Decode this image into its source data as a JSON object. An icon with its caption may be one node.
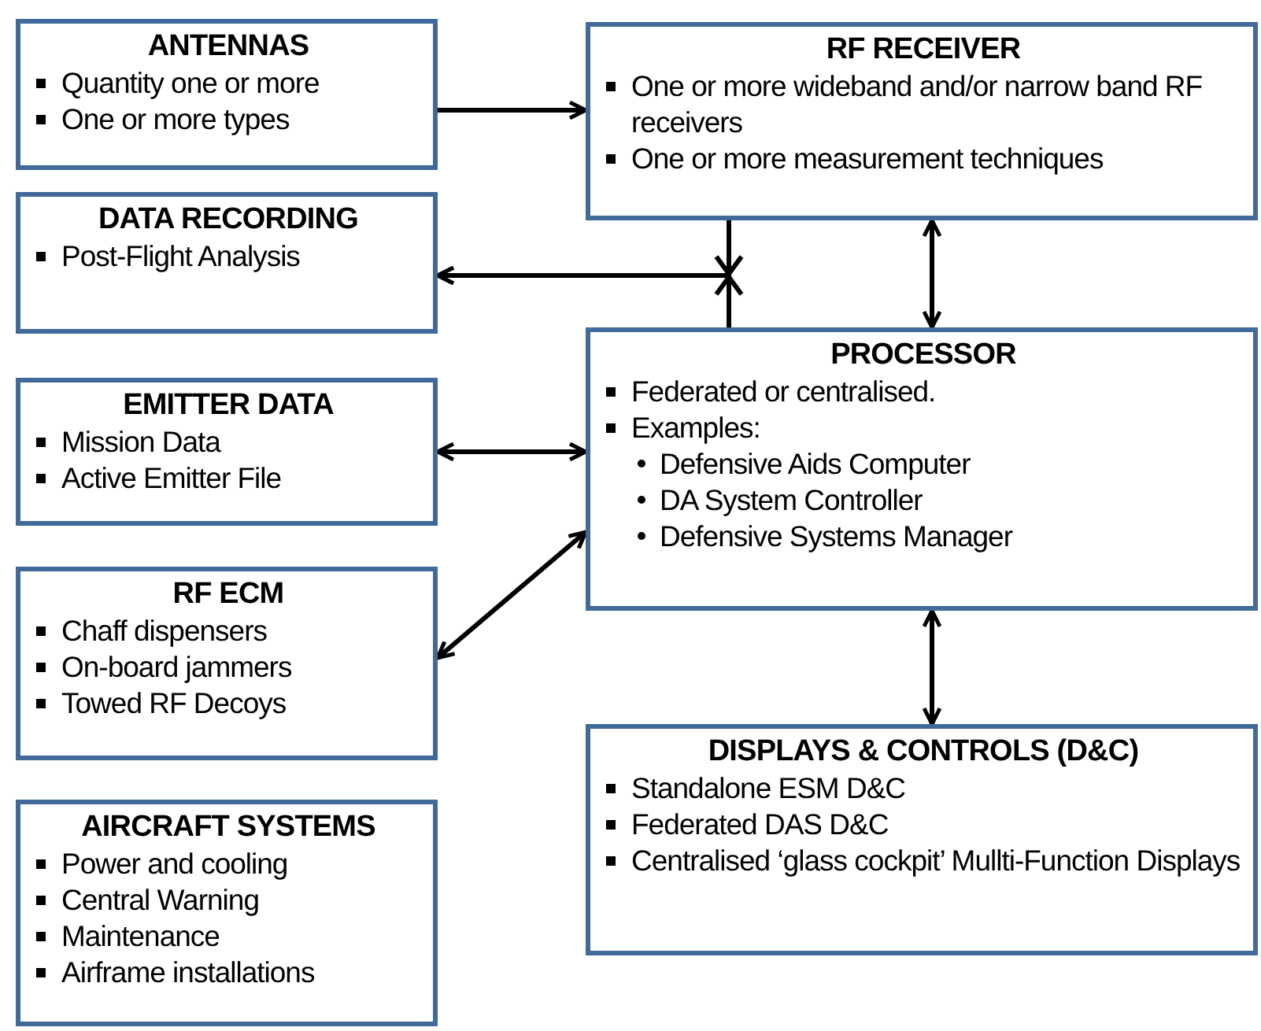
{
  "diagram": {
    "nodes": [
      {
        "text": [
          "ANTENNAS",
          "Quantity one or more",
          "One or more types"
        ]
      },
      {
        "text": [
          "RF RECEIVER",
          "One or more wideband and/or narrow band RF receivers",
          "One or more measurement techniques"
        ]
      },
      {
        "text": [
          "DATA RECORDING",
          "Post-Flight Analysis"
        ]
      },
      {
        "text": [
          "PROCESSOR",
          "Federated or centralised.",
          "Examples:",
          "Defensive Aids Computer",
          "DA System Controller",
          "Defensive Systems Manager"
        ]
      },
      {
        "text": [
          "EMITTER DATA",
          "Mission Data",
          "Active Emitter File"
        ]
      },
      {
        "text": [
          "RF ECM",
          "Chaff dispensers",
          "On-board jammers",
          "Towed RF Decoys"
        ]
      },
      {
        "text": [
          "DISPLAYS & CONTROLS (D&C)",
          "Standalone ESM D&C",
          "Federated DAS D&C",
          "Centralised ‘glass cockpit’ Mullti-Function Displays"
        ]
      },
      {
        "text": [
          "AIRCRAFT SYSTEMS",
          "Power and cooling",
          "Central Warning",
          "Maintenance",
          "Airframe installations"
        ]
      }
    ],
    "edges": [
      {
        "from": 0,
        "to": 1,
        "arrow": "to"
      },
      {
        "from": 1,
        "to": 2,
        "arrow": "to"
      },
      {
        "from": 3,
        "to": 2,
        "arrow": "to"
      },
      {
        "from": 1,
        "to": 3,
        "arrow": "both"
      },
      {
        "from": 4,
        "to": 3,
        "arrow": "both"
      },
      {
        "from": 5,
        "to": 3,
        "arrow": "both"
      },
      {
        "from": 3,
        "to": 6,
        "arrow": "both"
      }
    ]
  }
}
